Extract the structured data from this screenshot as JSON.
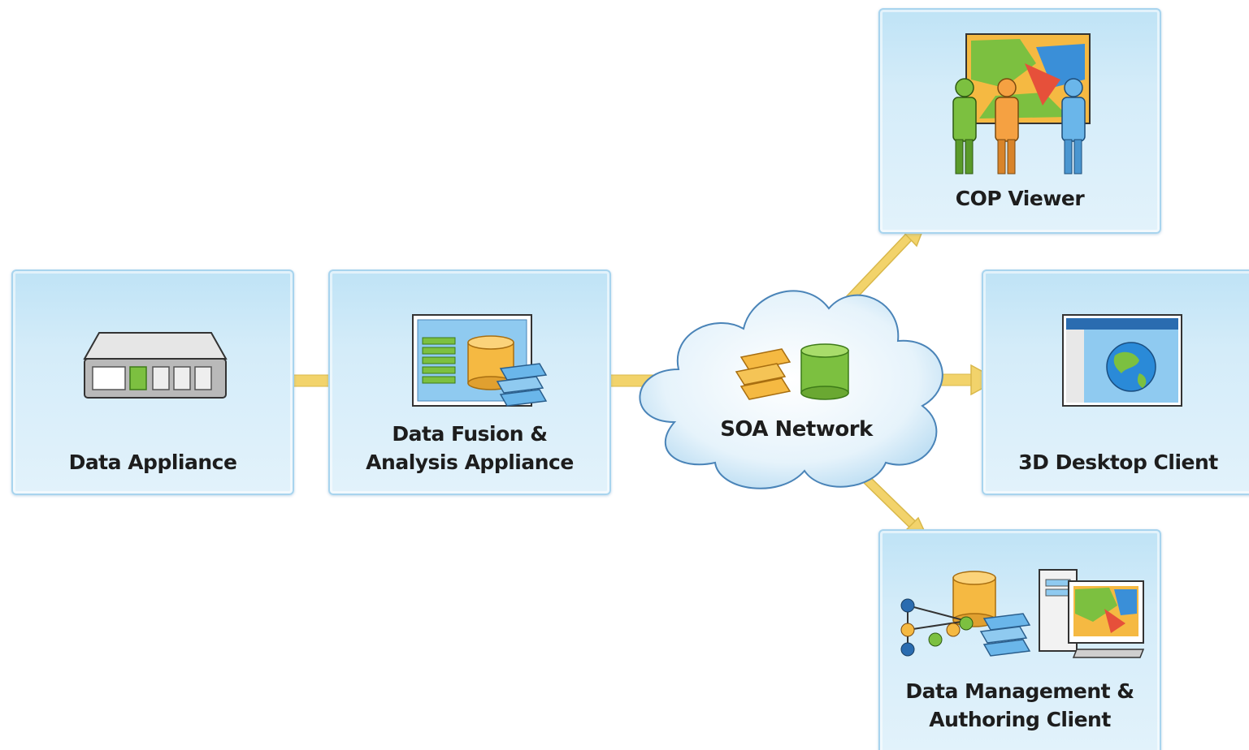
{
  "nodes": {
    "data_appliance": {
      "label": "Data Appliance"
    },
    "fusion": {
      "label_line1": "Data Fusion &",
      "label_line2": "Analysis Appliance"
    },
    "soa": {
      "label": "SOA Network"
    },
    "cop": {
      "label": "COP Viewer"
    },
    "desktop": {
      "label": "3D Desktop Client"
    },
    "authoring": {
      "label_line1": "Data Management &",
      "label_line2": "Authoring Client"
    }
  },
  "colors": {
    "box_fill": "#d4ecf9",
    "box_border": "#a8d4ee",
    "connector": "#f2d36b",
    "cloud": "#e8f4fc"
  }
}
